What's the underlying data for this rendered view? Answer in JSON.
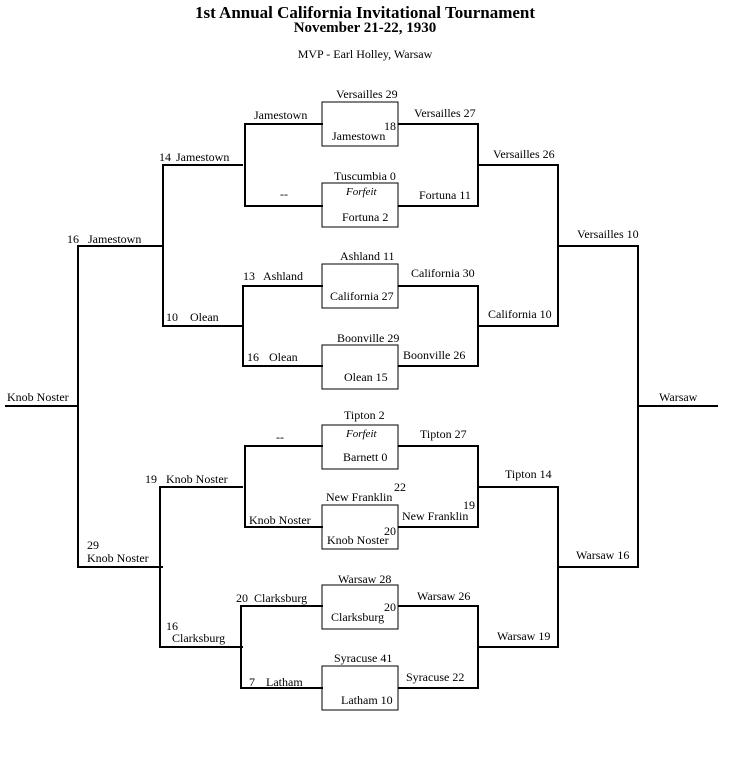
{
  "header": {
    "title": "1st Annual California Invitational Tournament",
    "dates": "November 21-22, 1930",
    "mvp": "MVP - Earl Holley, Warsaw"
  },
  "bracket_labels": [
    {
      "id": "versailles-29",
      "text": "Versailles 29"
    },
    {
      "id": "jamestown-18-score",
      "text": "18"
    },
    {
      "id": "jamestown-box",
      "text": "Jamestown"
    },
    {
      "id": "jamestown-left-r1",
      "text": "Jamestown"
    },
    {
      "id": "versailles-27",
      "text": "Versailles 27"
    },
    {
      "id": "tuscumbia-0",
      "text": "Tuscumbia 0"
    },
    {
      "id": "forfeit-1",
      "text": "Forfeit"
    },
    {
      "id": "fortuna-2",
      "text": "Fortuna 2"
    },
    {
      "id": "bye-1",
      "text": "--"
    },
    {
      "id": "fortuna-11",
      "text": "Fortuna 11"
    },
    {
      "id": "jamestown-14-score",
      "text": "14"
    },
    {
      "id": "jamestown-qf",
      "text": "Jamestown"
    },
    {
      "id": "versailles-26",
      "text": "Versailles 26"
    },
    {
      "id": "jamestown-16-score",
      "text": "16"
    },
    {
      "id": "jamestown-sf",
      "text": "Jamestown"
    },
    {
      "id": "versailles-10",
      "text": "Versailles 10"
    },
    {
      "id": "ashland-11",
      "text": "Ashland 11"
    },
    {
      "id": "california-27",
      "text": "California 27"
    },
    {
      "id": "ashland-13-score",
      "text": "13"
    },
    {
      "id": "ashland-left",
      "text": "Ashland"
    },
    {
      "id": "california-30",
      "text": "California 30"
    },
    {
      "id": "olean-10-score",
      "text": "10"
    },
    {
      "id": "olean-qf",
      "text": "Olean"
    },
    {
      "id": "california-10",
      "text": "California   10"
    },
    {
      "id": "boonville-29",
      "text": "Boonville 29"
    },
    {
      "id": "olean-15",
      "text": "Olean  15"
    },
    {
      "id": "olean-16-score",
      "text": "16"
    },
    {
      "id": "olean-left",
      "text": "Olean"
    },
    {
      "id": "boonville-26",
      "text": "Boonville  26"
    },
    {
      "id": "knob-noster-champ",
      "text": "Knob Noster"
    },
    {
      "id": "warsaw-champ",
      "text": "Warsaw"
    },
    {
      "id": "tipton-2",
      "text": "Tipton  2"
    },
    {
      "id": "forfeit-2",
      "text": "Forfeit"
    },
    {
      "id": "barnett-0",
      "text": "Barnett  0"
    },
    {
      "id": "bye-2",
      "text": "--"
    },
    {
      "id": "tipton-27",
      "text": "Tipton   27"
    },
    {
      "id": "knob-noster-19-score",
      "text": "19"
    },
    {
      "id": "knob-noster-qf",
      "text": "Knob Noster"
    },
    {
      "id": "tipton-14",
      "text": "Tipton   14"
    },
    {
      "id": "new-franklin-top",
      "text": "New Franklin"
    },
    {
      "id": "new-franklin-22-score",
      "text": "22"
    },
    {
      "id": "new-franklin-19-score",
      "text": "19"
    },
    {
      "id": "new-franklin-right",
      "text": "New Franklin"
    },
    {
      "id": "knob-noster-left-r1",
      "text": "Knob Noster"
    },
    {
      "id": "knob-noster-20-score",
      "text": "20"
    },
    {
      "id": "knob-noster-box",
      "text": "Knob Noster"
    },
    {
      "id": "knob-noster-29-score",
      "text": "29"
    },
    {
      "id": "knob-noster-sf",
      "text": "Knob Noster"
    },
    {
      "id": "warsaw-16",
      "text": "Warsaw   16"
    },
    {
      "id": "warsaw-28",
      "text": "Warsaw 28"
    },
    {
      "id": "clarksburg-20-box-score",
      "text": "20"
    },
    {
      "id": "clarksburg-box",
      "text": "Clarksburg"
    },
    {
      "id": "clarksburg-20-score",
      "text": "20"
    },
    {
      "id": "clarksburg-left",
      "text": "Clarksburg"
    },
    {
      "id": "warsaw-26",
      "text": "Warsaw  26"
    },
    {
      "id": "clarksburg-16-score",
      "text": "16"
    },
    {
      "id": "clarksburg-qf",
      "text": "Clarksburg"
    },
    {
      "id": "warsaw-19",
      "text": "Warsaw 19"
    },
    {
      "id": "syracuse-41",
      "text": "Syracuse 41"
    },
    {
      "id": "latham-10",
      "text": "Latham  10"
    },
    {
      "id": "latham-7-score",
      "text": "7"
    },
    {
      "id": "latham-left",
      "text": "Latham"
    },
    {
      "id": "syracuse-22",
      "text": "Syracuse  22"
    }
  ]
}
